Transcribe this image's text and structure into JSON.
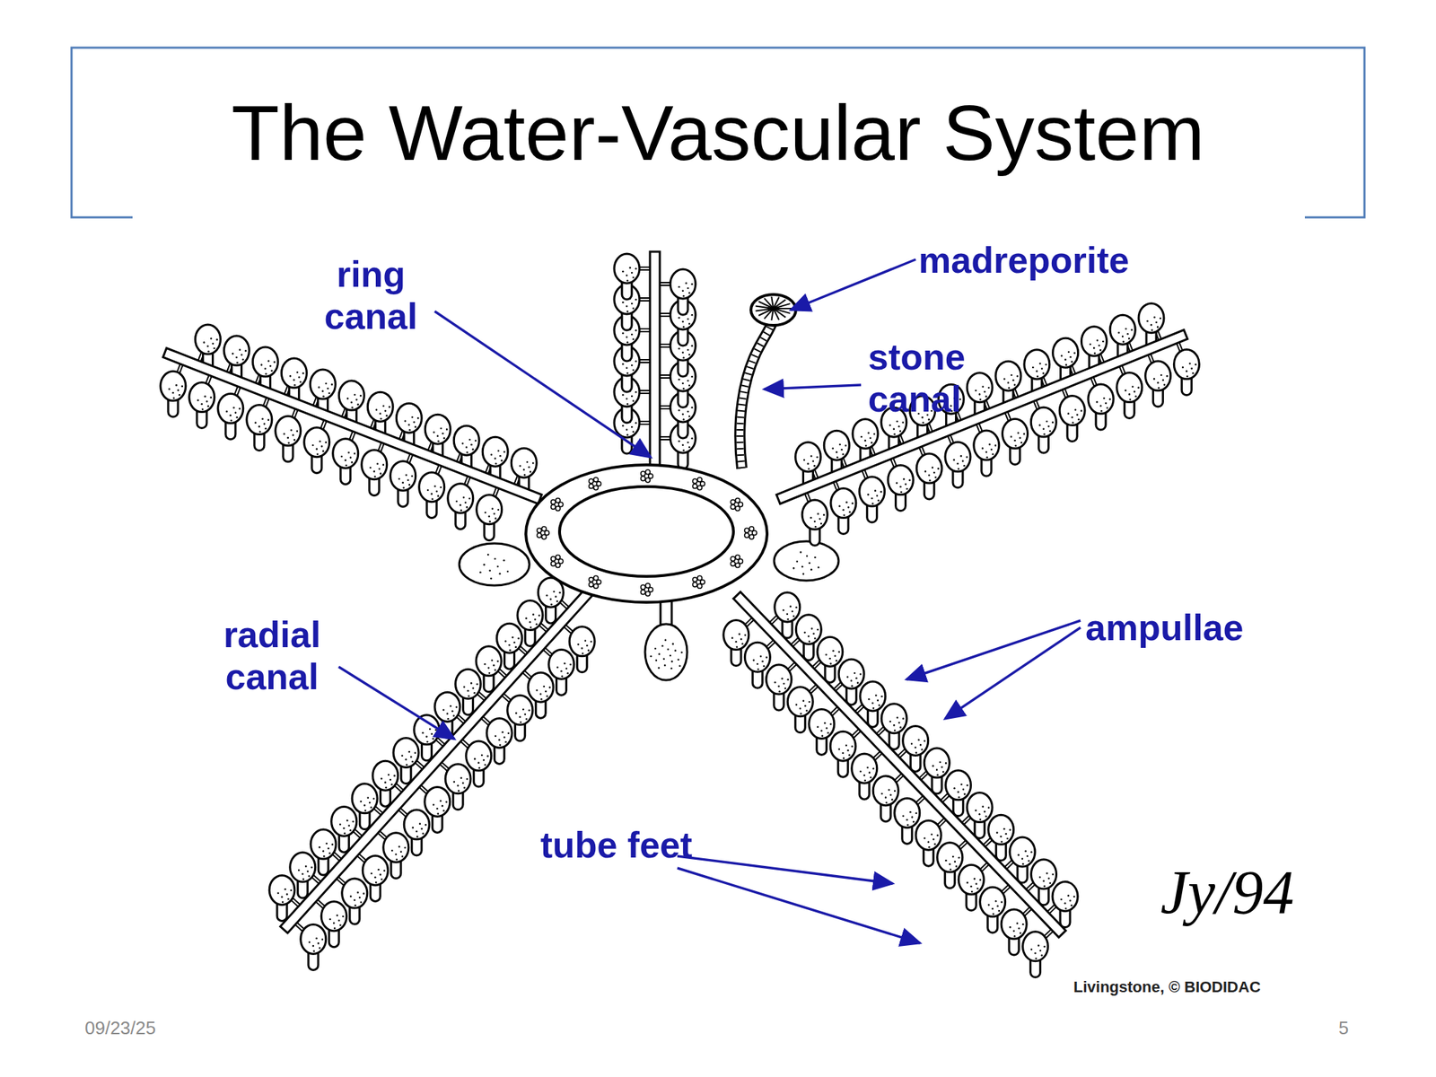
{
  "diagram": {
    "title": "The Water-Vascular System",
    "labels": [
      "ring canal",
      "madreporite",
      "stone canal",
      "radial canal",
      "ampullae",
      "tube feet",
      "Jy/94",
      "Livingstone, © BIODIDAC",
      "09/23/25",
      "5"
    ]
  }
}
